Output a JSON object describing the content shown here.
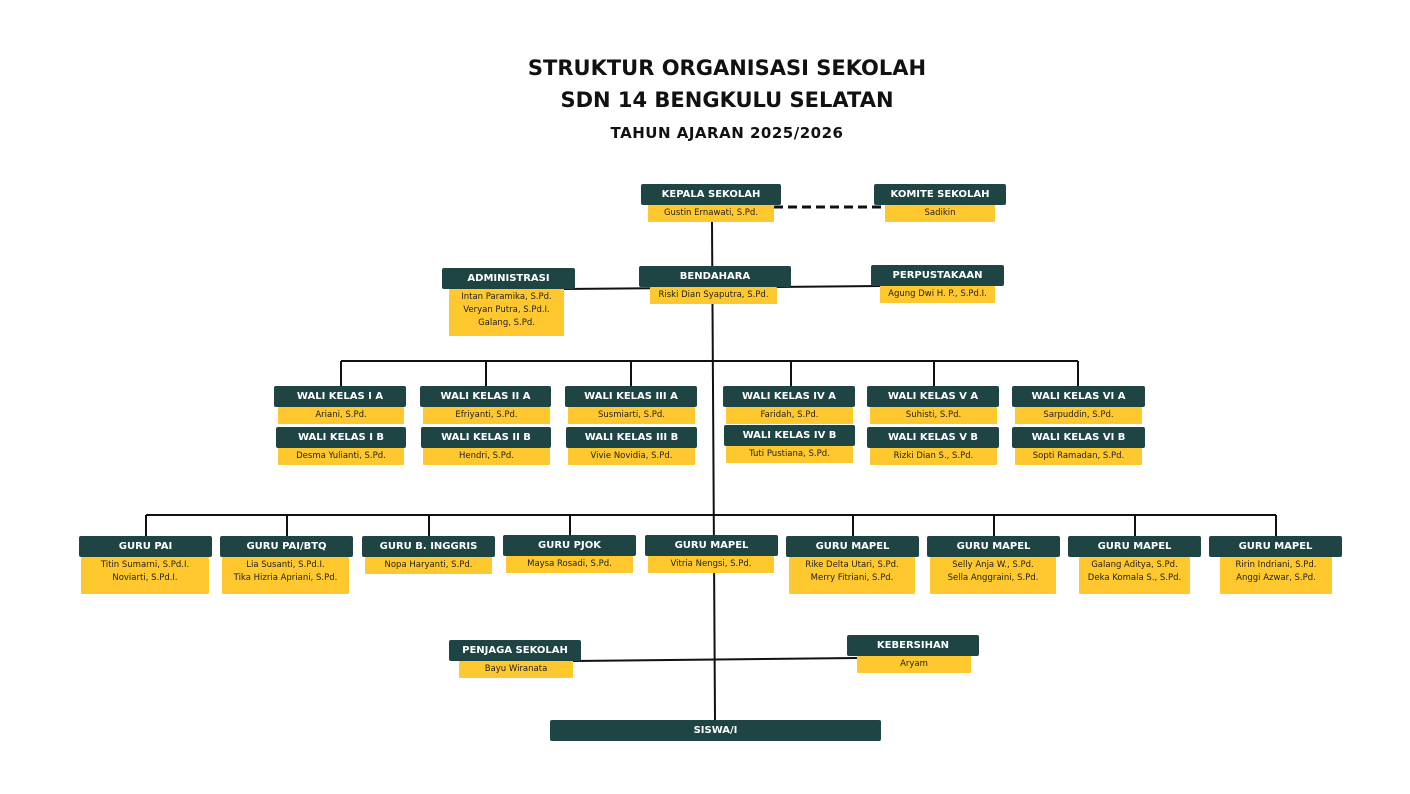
{
  "title": {
    "line1": "STRUKTUR ORGANISASI SEKOLAH",
    "line2": "SDN 14 BENGKULU SELATAN",
    "line3": "TAHUN AJARAN 2025/2026"
  },
  "nodes": [
    {
      "role": "KEPALA SEKOLAH",
      "names": [
        "Gustin Ernawati, S.Pd."
      ]
    },
    {
      "role": "KOMITE SEKOLAH",
      "names": [
        "Sadikin"
      ]
    },
    {
      "role": "ADMINISTRASI",
      "names": [
        "Intan Paramika, S.Pd.",
        "Veryan Putra, S.Pd.I.",
        "Galang, S.Pd."
      ]
    },
    {
      "role": "BENDAHARA",
      "names": [
        "Riski Dian Syaputra, S.Pd."
      ]
    },
    {
      "role": "PERPUSTAKAAN",
      "names": [
        "Agung Dwi H. P., S.Pd.I."
      ]
    },
    {
      "role": "WALI KELAS I A",
      "names": [
        "Ariani, S.Pd."
      ]
    },
    {
      "role": "WALI KELAS I B",
      "names": [
        "Desma Yulianti, S.Pd."
      ]
    },
    {
      "role": "WALI KELAS II A",
      "names": [
        "Efriyanti, S.Pd."
      ]
    },
    {
      "role": "WALI KELAS II B",
      "names": [
        "Hendri, S.Pd."
      ]
    },
    {
      "role": "WALI KELAS III A",
      "names": [
        "Susmiarti, S.Pd."
      ]
    },
    {
      "role": "WALI KELAS III B",
      "names": [
        "Vivie Novidia, S.Pd."
      ]
    },
    {
      "role": "WALI KELAS IV A",
      "names": [
        "Faridah, S.Pd."
      ]
    },
    {
      "role": "WALI KELAS IV B",
      "names": [
        "Tuti Pustiana, S.Pd."
      ]
    },
    {
      "role": "WALI KELAS V A",
      "names": [
        "Suhisti, S.Pd."
      ]
    },
    {
      "role": "WALI KELAS V B",
      "names": [
        "Rizki Dian S., S.Pd."
      ]
    },
    {
      "role": "WALI KELAS VI A",
      "names": [
        "Sarpuddin, S.Pd."
      ]
    },
    {
      "role": "WALI KELAS VI B",
      "names": [
        "Sopti Ramadan, S.Pd."
      ]
    },
    {
      "role": "GURU PAI",
      "names": [
        "Titin Sumarni, S.Pd.I.",
        "Noviarti, S.Pd.I."
      ]
    },
    {
      "role": "GURU PAI/BTQ",
      "names": [
        "Lia Susanti, S.Pd.I.",
        "Tika Hizria Apriani, S.Pd."
      ]
    },
    {
      "role": "GURU B. INGGRIS",
      "names": [
        "Nopa Haryanti, S.Pd."
      ]
    },
    {
      "role": "GURU PJOK",
      "names": [
        "Maysa Rosadi, S.Pd."
      ]
    },
    {
      "role": "GURU MAPEL",
      "names": [
        "Vitria Nengsi, S.Pd."
      ]
    },
    {
      "role": "GURU MAPEL",
      "names": [
        "Rike Delta Utari, S.Pd.",
        "Merry Fitriani, S.Pd."
      ]
    },
    {
      "role": "GURU MAPEL",
      "names": [
        "Selly Anja W., S.Pd.",
        "Sella Anggraini, S.Pd."
      ]
    },
    {
      "role": "GURU MAPEL",
      "names": [
        "Galang Aditya, S.Pd.",
        "Deka Komala S., S.Pd."
      ]
    },
    {
      "role": "GURU MAPEL",
      "names": [
        "Ririn Indriani, S.Pd.",
        "Anggi Azwar, S.Pd."
      ]
    },
    {
      "role": "PENJAGA SEKOLAH",
      "names": [
        "Bayu Wiranata"
      ]
    },
    {
      "role": "KEBERSIHAN",
      "names": [
        "Aryam"
      ]
    },
    {
      "role": "SISWA/I",
      "names": []
    }
  ],
  "colors": {
    "header": "#1f4444",
    "name_box": "#fec82e",
    "line": "#111111"
  }
}
